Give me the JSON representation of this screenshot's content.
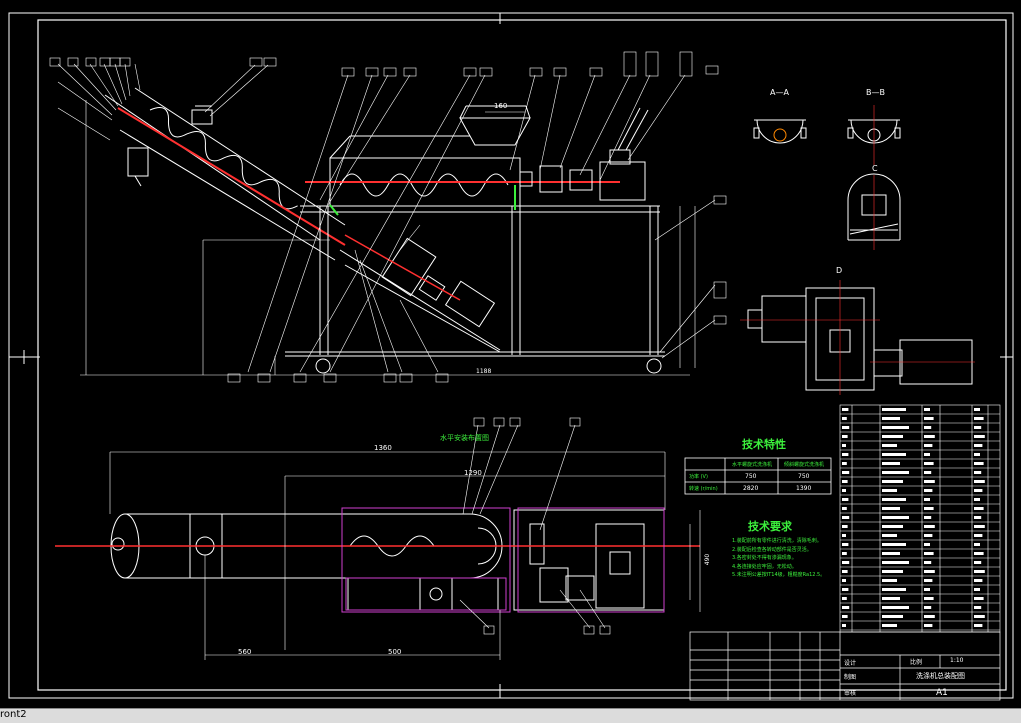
{
  "drawing": {
    "tech_title": "技术特性",
    "req_title": "技术要求",
    "plan_title": "水平安装布置图",
    "tb_name": "洗涤机总装配图",
    "tb_ratio_label": "比例",
    "tb_ratio": "1:10",
    "tb_size": "A1",
    "tb_design": "设计",
    "tb_draw": "制图",
    "tb_review": "审核"
  },
  "dimensions": {
    "d160": "160",
    "d1188": "1188",
    "d1360": "1360",
    "d1290": "1290",
    "d560": "560",
    "d500": "500",
    "d490": "490"
  },
  "sections": {
    "aa": "A—A",
    "bb": "B—B",
    "c": "C",
    "d": "D"
  },
  "tech_table": {
    "headers": [
      "",
      "水平螺旋式洗涤机",
      "倾斜螺旋式洗涤机"
    ],
    "rows": [
      [
        "功率 (V)",
        "750",
        "750"
      ],
      [
        "转速 (r/min)",
        "2820",
        "1390"
      ]
    ]
  },
  "requirements": [
    "1.装配前所有零件进行清洗，清除毛刺。",
    "2.装配后检查各转动部件是否灵活。",
    "3.各密封处不得有渗漏现象。",
    "4.各连接处应牢固，无松动。",
    "5.未注明公差按IT14级，粗糙度Ra12.5。"
  ],
  "status": {
    "text": "ront2"
  }
}
